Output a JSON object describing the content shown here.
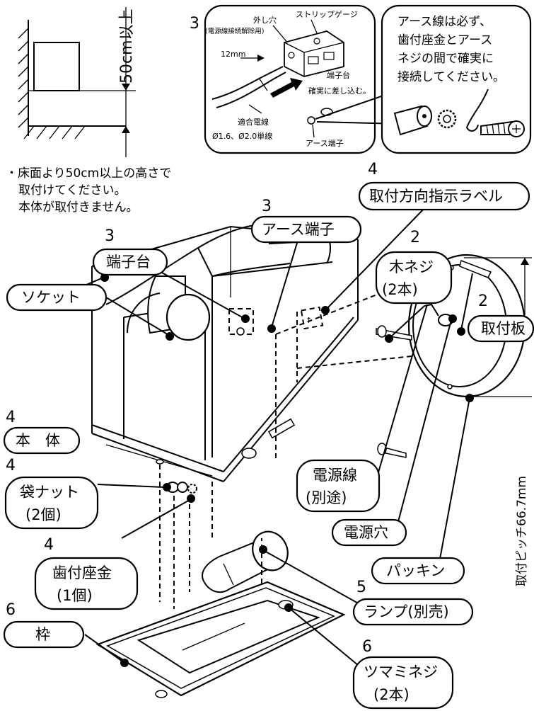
{
  "height_note": {
    "dimension": "50cm以上",
    "lines": [
      "・床面より50cm以上の高さで",
      "取付けてください。",
      "本体が取付きません。"
    ]
  },
  "detail_wiring": {
    "step": "3",
    "release_hole": "外し穴",
    "release_hole_sub": "(電源線接続解除用)",
    "strip_gauge": "ストリップゲージ",
    "strip_length": "12mm",
    "terminal_block": "端子台",
    "insert_note": "確実に差し込む。",
    "wire_title": "適合電線",
    "wire_spec": "Ø1.6、Ø2.0単線",
    "earth_terminal": "アース端子"
  },
  "detail_earth": {
    "lines": [
      "アース線は必ず、",
      "歯付座金とアース",
      "ネジの間で確実に",
      "接続してください。"
    ]
  },
  "callouts": {
    "label_direction": {
      "step": "4",
      "label": "取付方向指示ラベル"
    },
    "earth_terminal": {
      "step": "3",
      "label": "アース端子"
    },
    "terminal_block": {
      "step": "3",
      "label": "端子台"
    },
    "socket": {
      "label": "ソケット"
    },
    "wood_screw": {
      "step": "2",
      "label": "木ネジ",
      "sub": "(2本)"
    },
    "mount_plate": {
      "step": "2",
      "label": "取付板"
    },
    "body": {
      "step": "4",
      "label": "本　体"
    },
    "bag_nut": {
      "step": "4",
      "label": "袋ナット",
      "sub": "(2個)"
    },
    "toothed_washer": {
      "step": "4",
      "label": "歯付座金",
      "sub": "(1個)"
    },
    "power_line": {
      "label": "電源線",
      "sub": "(別途)"
    },
    "power_hole": {
      "label": "電源穴"
    },
    "packing": {
      "label": "パッキン"
    },
    "lamp": {
      "step": "5",
      "label": "ランプ(別売)"
    },
    "frame": {
      "step": "6",
      "label": "枠"
    },
    "knob_screw": {
      "step": "6",
      "label": "ツマミネジ",
      "sub": "(2本)"
    }
  },
  "pitch_label": "取付ピッチ66.7mm"
}
